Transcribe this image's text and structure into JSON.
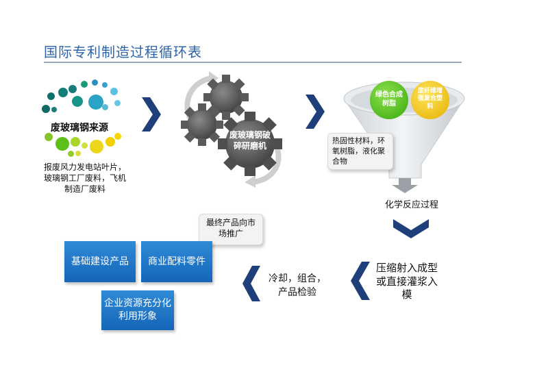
{
  "title": "国际专利制造过程循环表",
  "source": {
    "label": "废玻璃钢来源",
    "description": "报废风力发电站叶片，玻璃钢工厂废料，飞机制造厂废料"
  },
  "gear_label": "废玻璃钢破碎研磨机",
  "funnel": {
    "green_ball": "绿色合成树脂",
    "yellow_ball": "废纤维增强复合塑料",
    "callout": "热固性材料，环氧树脂，液化聚合物",
    "output_label": "化学反应过程"
  },
  "steps": {
    "molding": "压缩射入成型或直接灌浆入模",
    "cooling": "冷却，组合，产品检验"
  },
  "market_callout": "最终产品向市场推广",
  "products": {
    "infrastructure": "基础建设产品",
    "commercial": "商业配料零件",
    "resources": "企业资源充分化利用形象"
  },
  "colors": {
    "title": "#2a63a8",
    "arrow": "#1f3f7a",
    "box": "#1f78c8",
    "green": "#55c21e",
    "yellow": "#f5c400",
    "gear": "#6b6b6b"
  },
  "icons": [
    "chevron-right-icon",
    "chevron-down-icon",
    "chevron-left-icon",
    "gear-icon",
    "funnel-icon"
  ]
}
